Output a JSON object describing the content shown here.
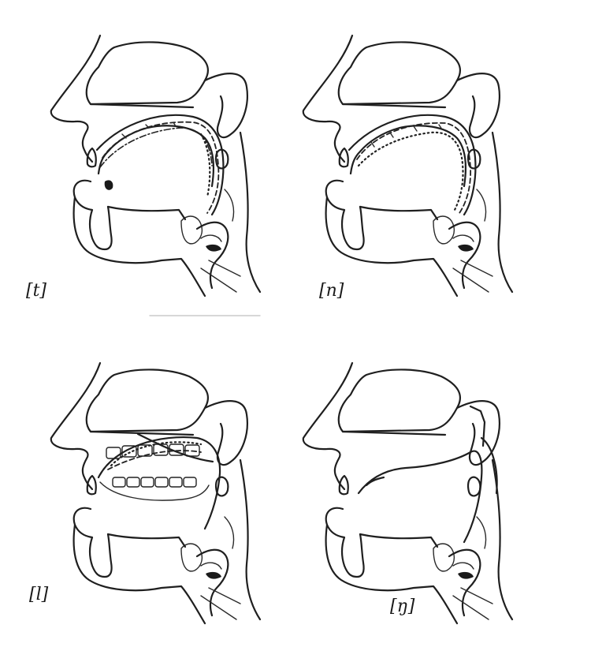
{
  "figure": {
    "panels": [
      {
        "id": "t",
        "label": "[t]"
      },
      {
        "id": "n",
        "label": "[n]"
      },
      {
        "id": "l",
        "label": "[l]"
      },
      {
        "id": "ng",
        "label": "[ŋ]"
      }
    ]
  },
  "colors": {
    "ink": "#1f1f1f",
    "paper": "#ffffff"
  }
}
